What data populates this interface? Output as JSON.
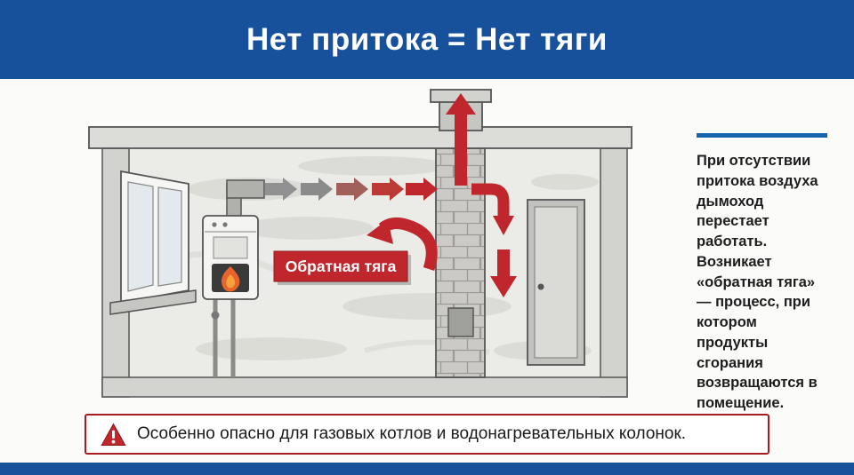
{
  "header": {
    "title": "Нет притока = Нет тяги"
  },
  "diagram": {
    "reverse_draft_label": "Обратная тяга"
  },
  "info_panel": {
    "text": "При отсутствии притока воздуха дымоход перестает работать. Возникает «обратная тяга» — процесс, при котором продукты сгорания возвращаются в помещение."
  },
  "warning_bar": {
    "text": "Особенно опасно для газовых котлов и водонагревательных колонок."
  },
  "colors": {
    "header_blue": "#17519c",
    "rule_blue": "#1565ae",
    "warning_border_red": "#a61e22",
    "arrow_red": "#c0272d",
    "arrow_gray": "#8f8f8f"
  }
}
